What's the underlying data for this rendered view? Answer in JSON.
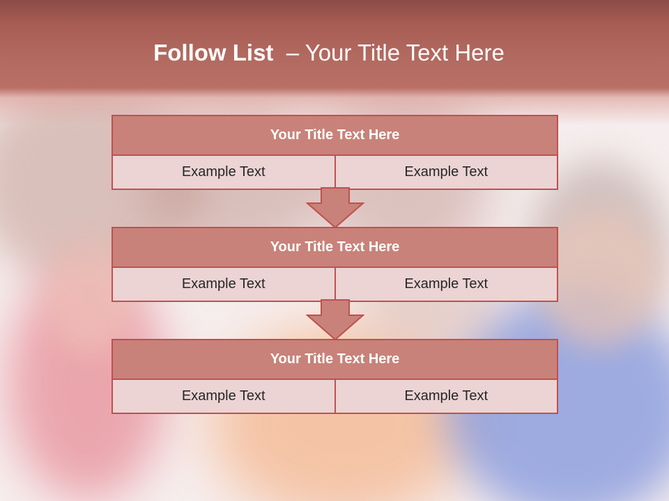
{
  "slide": {
    "title_bold": "Follow List",
    "title_rest": "– Your Title Text Here"
  },
  "blocks": [
    {
      "title": "Your Title Text Here",
      "cells": [
        "Example Text",
        "Example Text"
      ]
    },
    {
      "title": "Your Title Text Here",
      "cells": [
        "Example Text",
        "Example Text"
      ]
    },
    {
      "title": "Your Title Text Here",
      "cells": [
        "Example Text",
        "Example Text"
      ]
    }
  ],
  "colors": {
    "accent": "#c0504d",
    "title_fill": "#c8827a",
    "cell_fill": "#ebd4d3",
    "header": "#b26a60"
  },
  "icons": [
    "down-arrow-icon",
    "down-arrow-icon"
  ]
}
